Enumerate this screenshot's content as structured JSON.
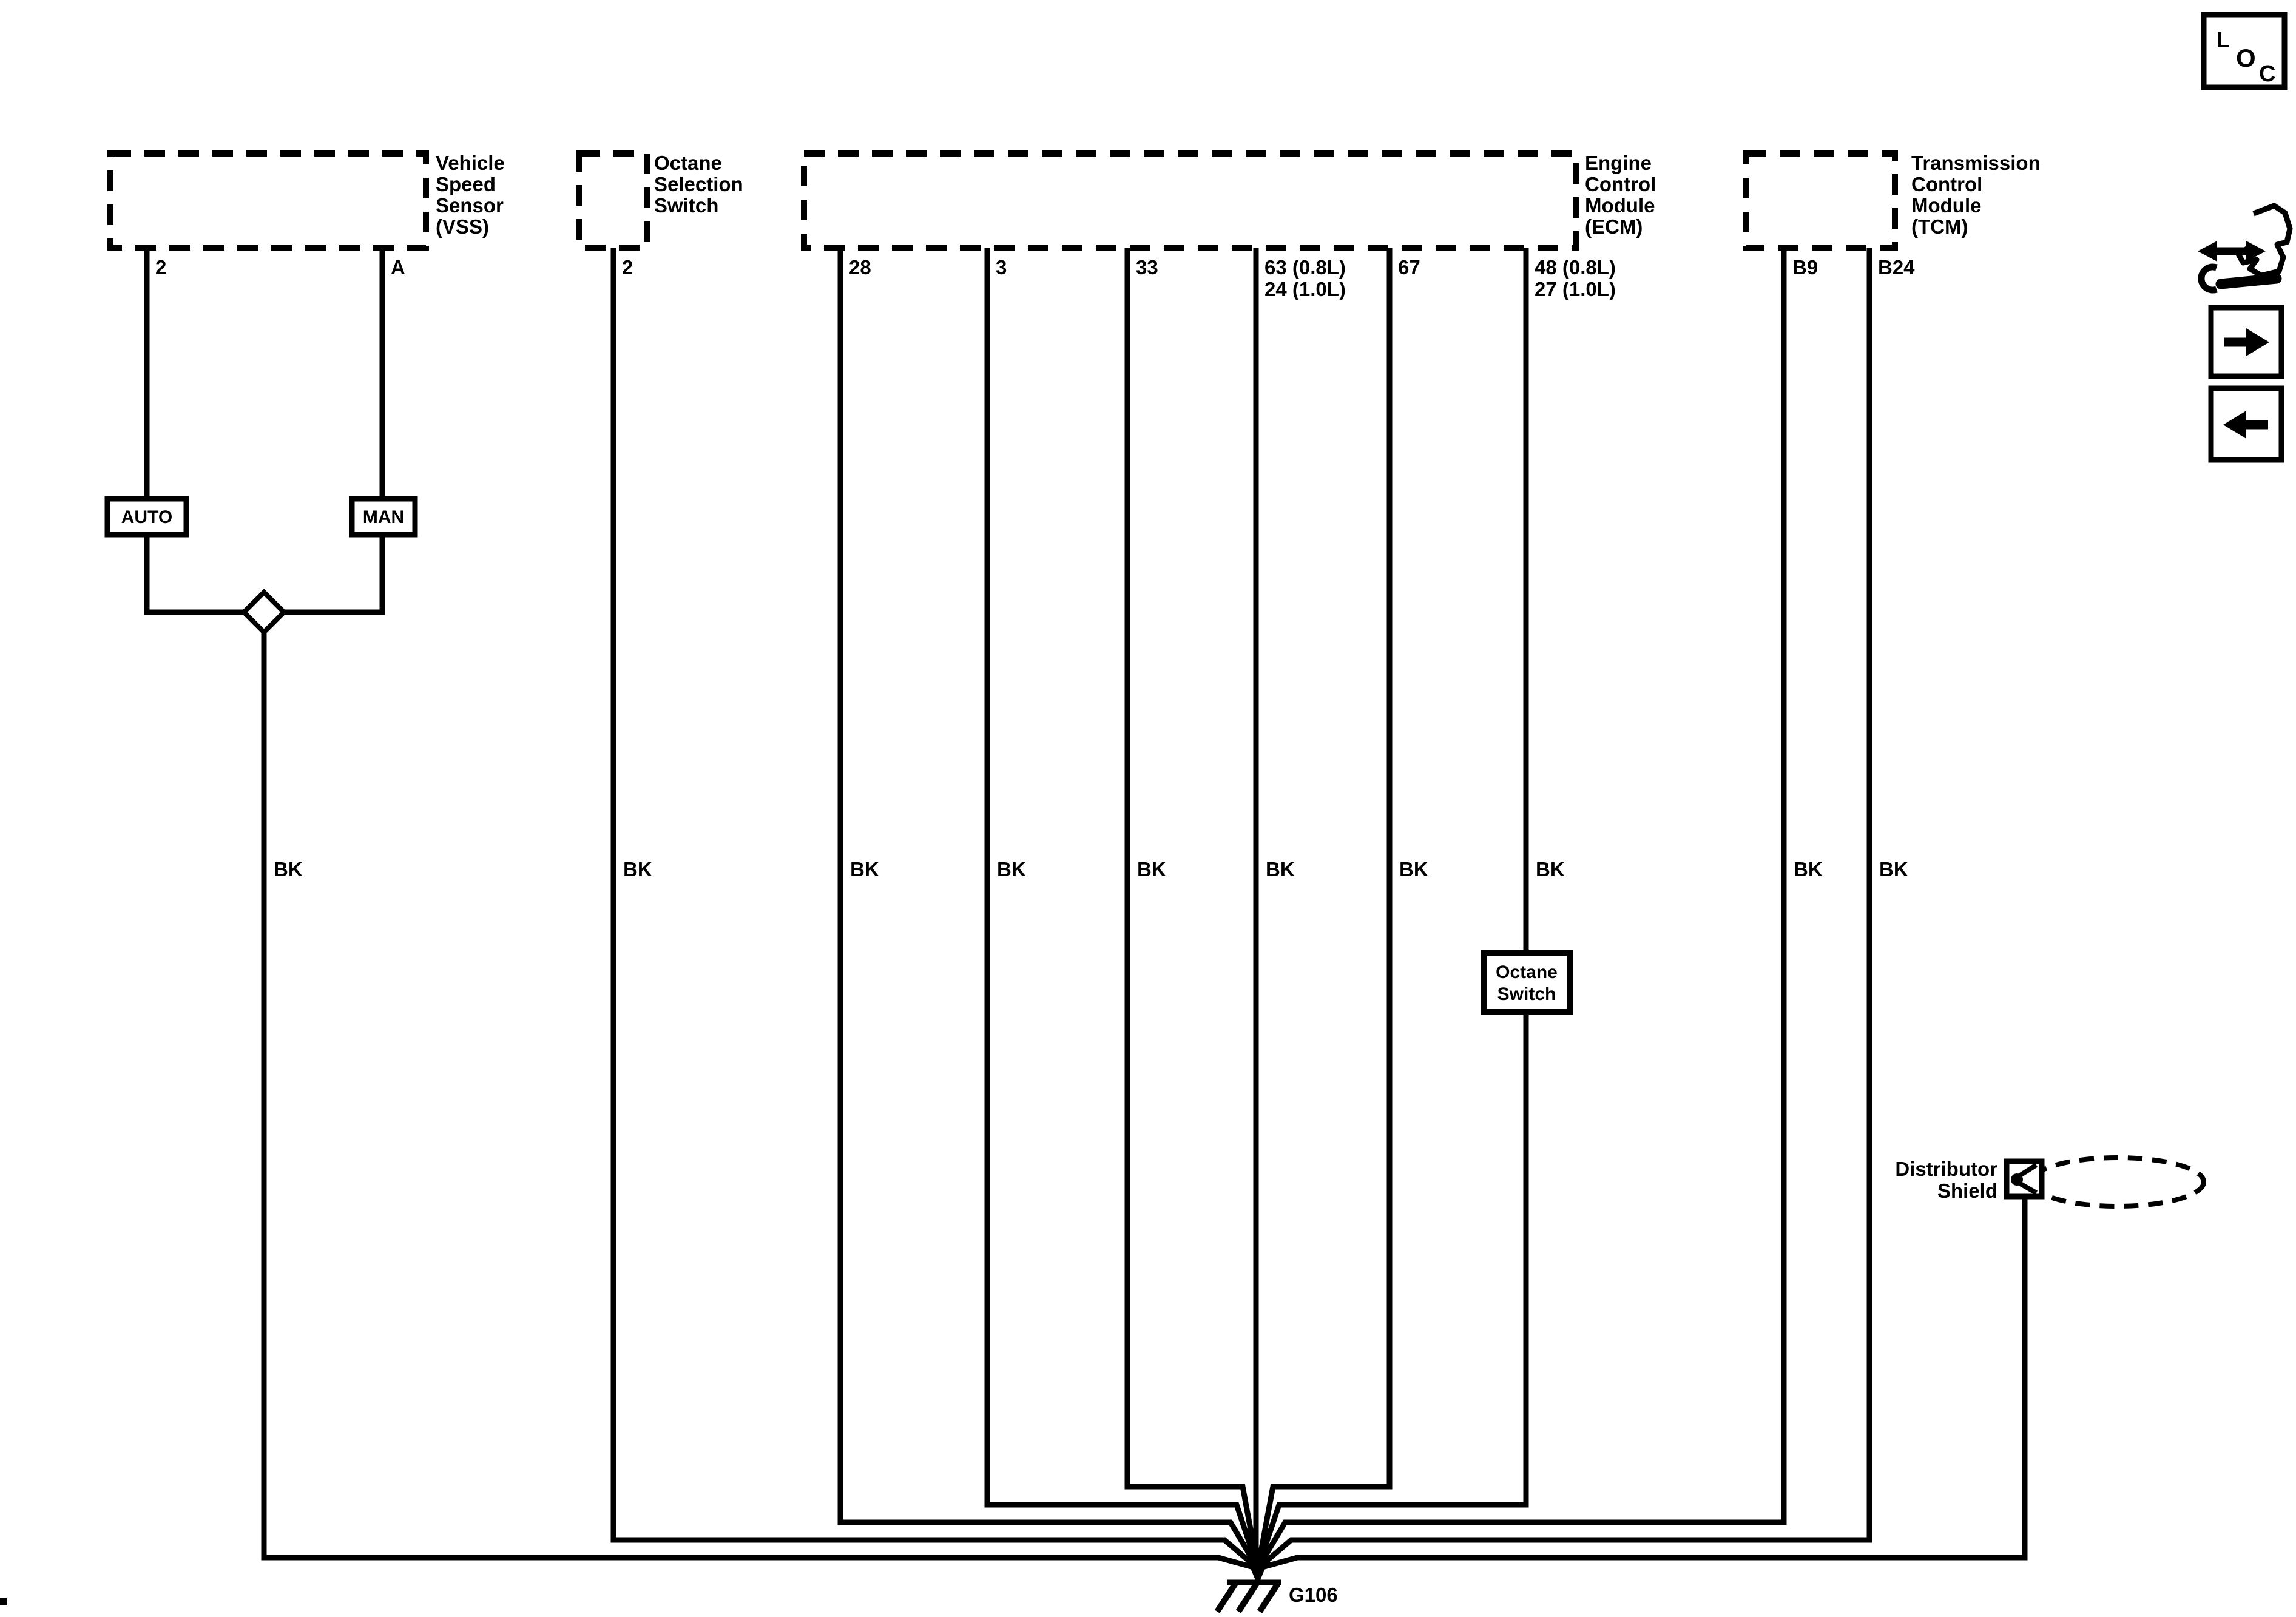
{
  "modules": {
    "vss": {
      "lines": [
        "Vehicle",
        "Speed",
        "Sensor",
        "(VSS)"
      ],
      "pins": [
        "2",
        "A"
      ]
    },
    "octane_selection": {
      "lines": [
        "Octane",
        "Selection",
        "Switch"
      ],
      "pins": [
        "2"
      ]
    },
    "ecm": {
      "lines": [
        "Engine",
        "Control",
        "Module",
        "(ECM)"
      ],
      "pins": [
        "28",
        "3",
        "33",
        "67"
      ],
      "dual_pins": [
        [
          "63 (0.8L)",
          "24 (1.0L)"
        ],
        [
          "48 (0.8L)",
          "27 (1.0L)"
        ]
      ]
    },
    "tcm": {
      "lines": [
        "Transmission",
        "Control",
        "Module",
        "(TCM)"
      ],
      "pins": [
        "B9",
        "B24"
      ]
    }
  },
  "inline": {
    "auto": "AUTO",
    "man": "MAN",
    "octane_switch": [
      "Octane",
      "Switch"
    ],
    "distributor_shield": [
      "Distributor",
      "Shield"
    ]
  },
  "wires": {
    "color_code": "BK",
    "labels": [
      "BK",
      "BK",
      "BK",
      "BK",
      "BK",
      "BK",
      "BK",
      "BK",
      "BK",
      "BK"
    ]
  },
  "ground": {
    "label": "G106"
  },
  "nav": {
    "loc": [
      "L",
      "O",
      "C"
    ]
  },
  "colors": {
    "line": "#000000",
    "bg": "#ffffff"
  }
}
